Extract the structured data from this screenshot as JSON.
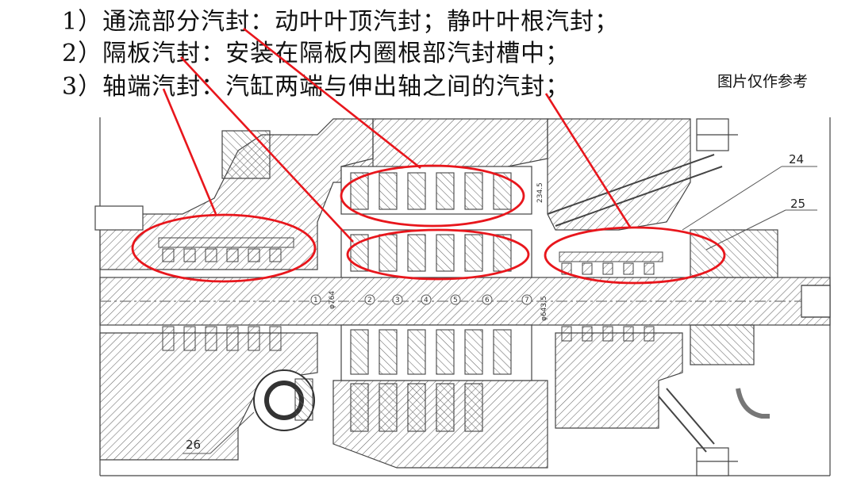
{
  "lines": [
    {
      "num": "1）",
      "text": "通流部分汽封：动叶叶顶汽封；静叶叶根汽封；"
    },
    {
      "num": "2）",
      "text": "隔板汽封：安装在隔板内圈根部汽封槽中；"
    },
    {
      "num": "3）",
      "text": "轴端汽封：汽缸两端与伸出轴之间的汽封；"
    }
  ],
  "note": "图片仅作参考",
  "part_labels": {
    "p24": "24",
    "p25": "25",
    "p26": "26"
  },
  "dimensions": {
    "d_height": "234.5",
    "d_left": "φ764",
    "d_right": "φ643.5"
  },
  "stage_numbers": [
    "1",
    "2",
    "3",
    "4",
    "5",
    "6",
    "7"
  ],
  "colors": {
    "highlight": "#e8161c",
    "drawing": "#444444"
  }
}
